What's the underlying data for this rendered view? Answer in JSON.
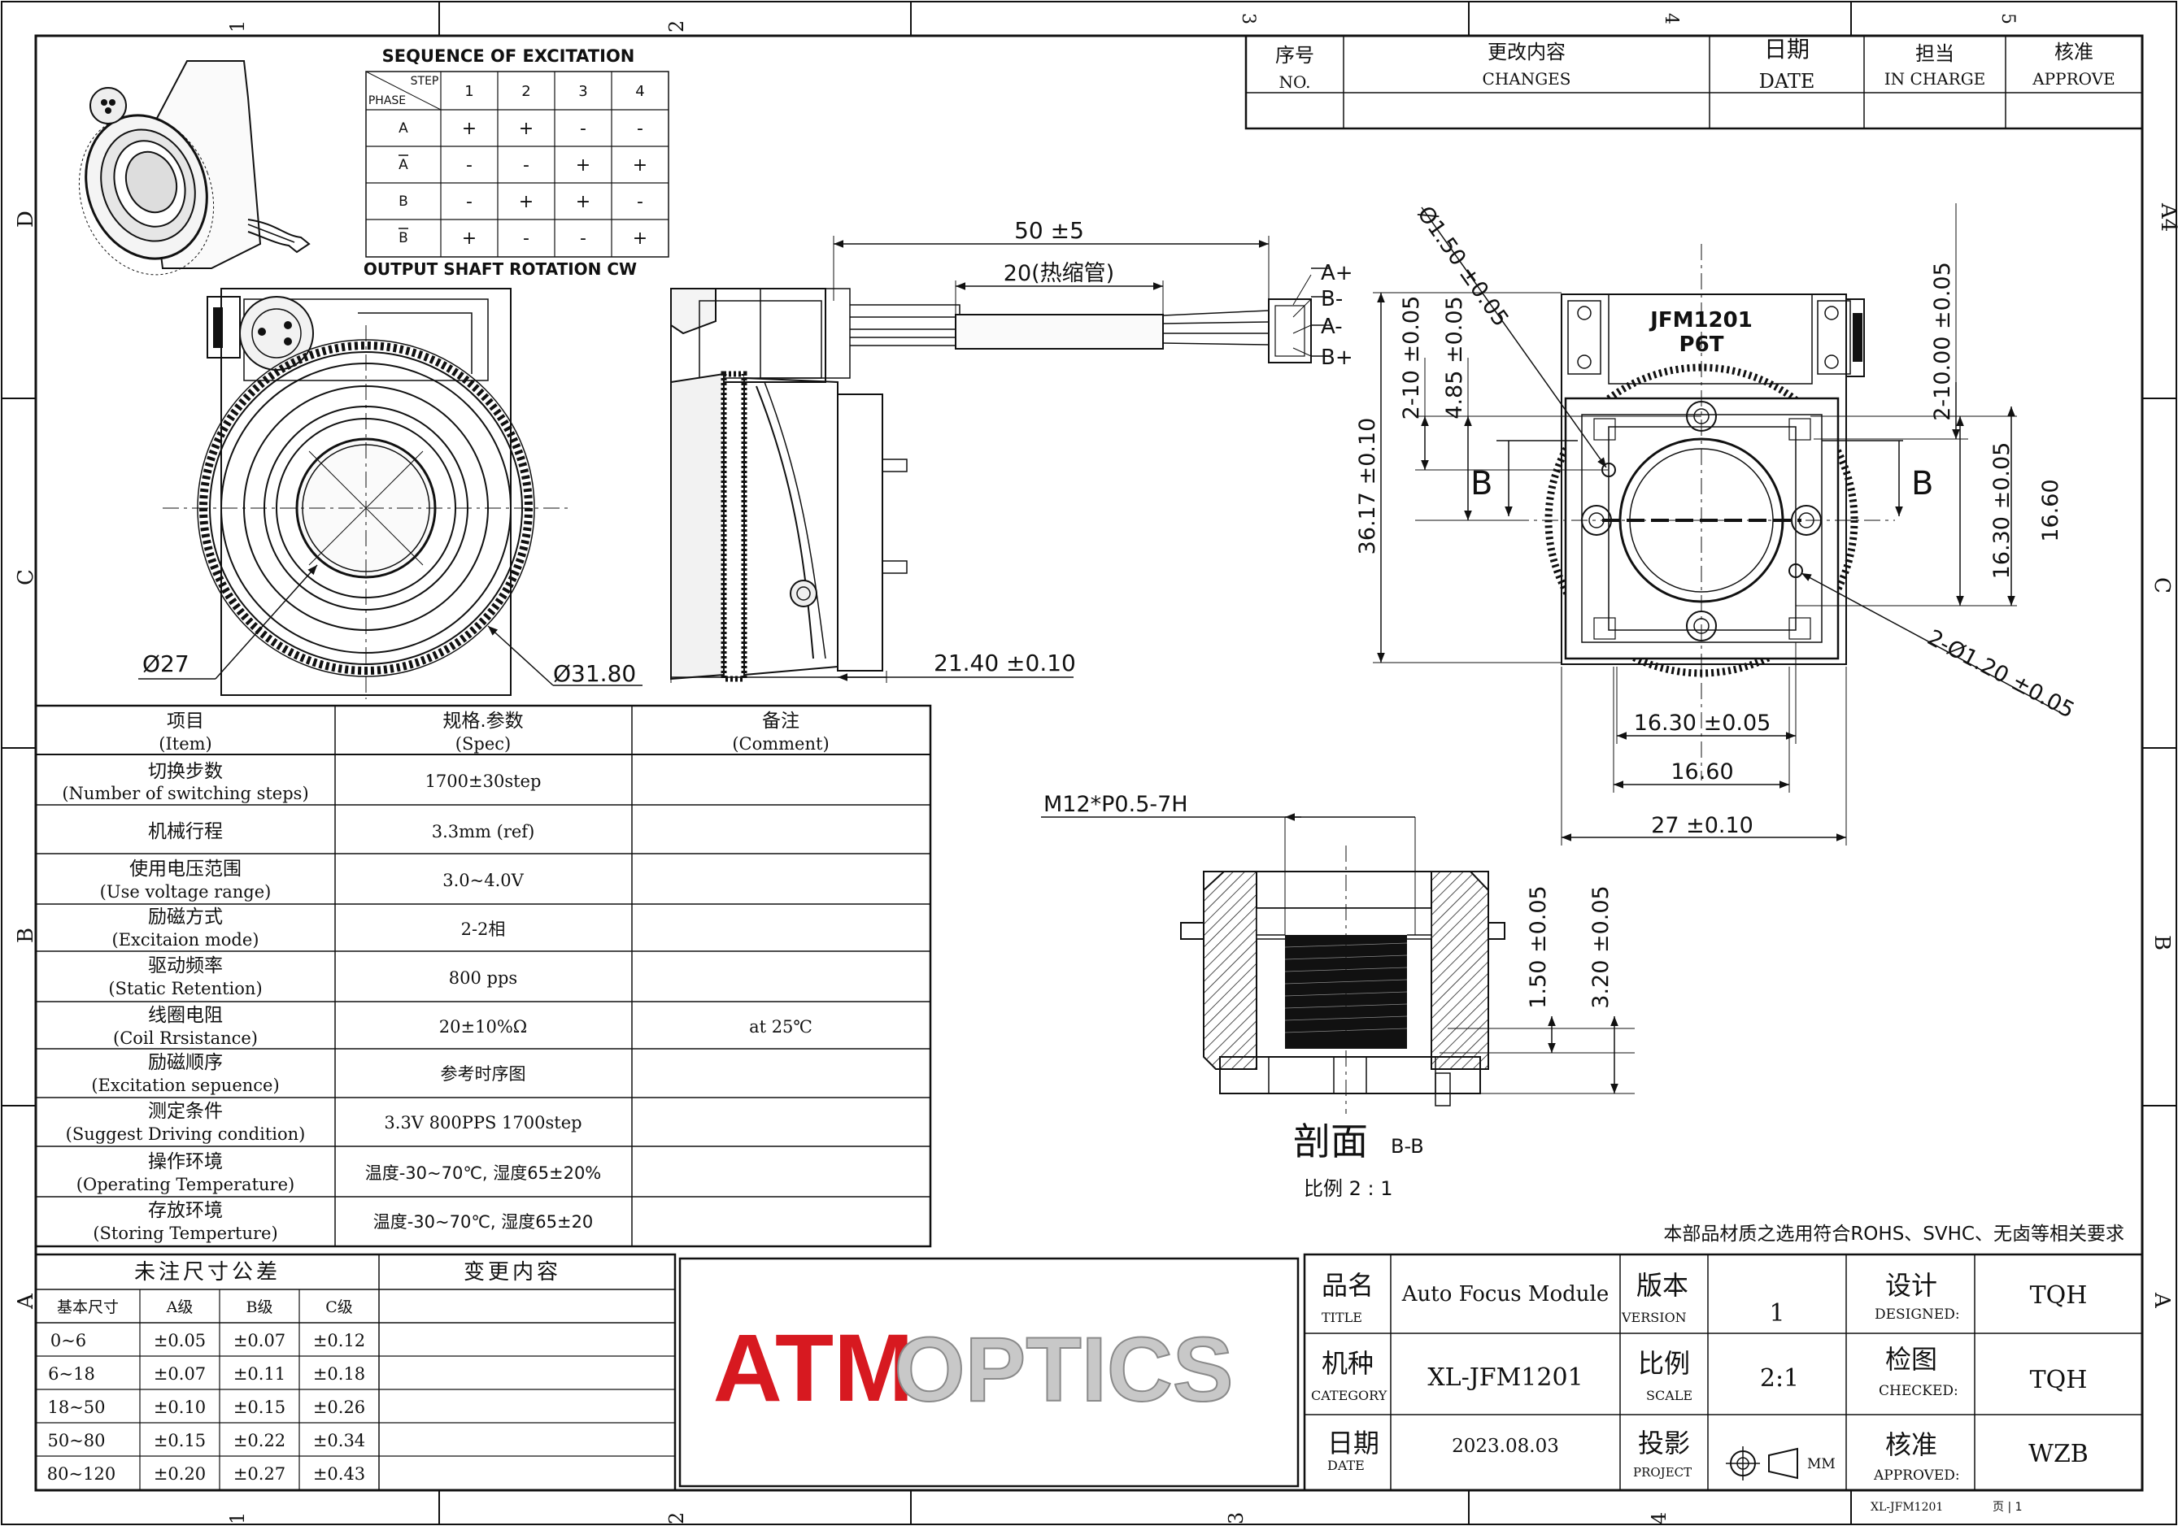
{
  "frame": {
    "col_marks": [
      "1",
      "2",
      "3",
      "4",
      "5"
    ],
    "row_marks": [
      "D",
      "C",
      "B",
      "A"
    ],
    "corner_mark": "A4"
  },
  "revision": {
    "headers": [
      {
        "zh": "序号",
        "en": "NO."
      },
      {
        "zh": "更改内容",
        "en": "CHANGES"
      },
      {
        "zh": "日期",
        "en": "DATE"
      },
      {
        "zh": "担当",
        "en": "IN CHARGE"
      },
      {
        "zh": "核准",
        "en": "APPROVE"
      }
    ]
  },
  "excitation": {
    "title": "SEQUENCE OF EXCITATION",
    "corner_step": "STEP",
    "corner_phase": "PHASE",
    "steps": [
      "1",
      "2",
      "3",
      "4"
    ],
    "phases": [
      "A",
      "A",
      "B",
      "B"
    ],
    "values": [
      [
        "+",
        "+",
        "-",
        "-"
      ],
      [
        "-",
        "-",
        "+",
        "+"
      ],
      [
        "-",
        "+",
        "+",
        "-"
      ],
      [
        "+",
        "-",
        "-",
        "+"
      ]
    ],
    "footer": "OUTPUT SHAFT ROTATION  CW"
  },
  "dims": {
    "d27": "Ø27",
    "d31": "Ø31.80",
    "len50": "50 ±5",
    "heat": "20(热缩管)",
    "pins": [
      "A+",
      "B-",
      "A-",
      "B+"
    ],
    "w2140": "21.40 ±0.10",
    "d150": "Ø1.50 ±0.05",
    "v210": "2-10 ±0.05",
    "v485": "4.85 ±0.05",
    "v3617": "36.17 ±0.10",
    "v1000": "2-10.00 ±0.05",
    "v1630": "16.30 ±0.05",
    "v1660": "16.60",
    "d120": "2-Ø1.20 ±0.05",
    "h1630": "16.30 ±0.05",
    "h1660": "16.60",
    "h27": "27 ±0.10",
    "secB": "B",
    "part1": "JFM1201",
    "part2": "P6T"
  },
  "section": {
    "thread": "M12*P0.5-7H",
    "v150": "1.50 ±0.05",
    "v320": "3.20 ±0.05",
    "title": "剖面",
    "sub": "B-B",
    "scale": "比例  2 : 1"
  },
  "spec": {
    "headers": [
      {
        "zh": "项目",
        "en": "(Item)"
      },
      {
        "zh": "规格.参数",
        "en": "(Spec)"
      },
      {
        "zh": "备注",
        "en": "(Comment)"
      }
    ],
    "rows": [
      {
        "zh": "切换步数",
        "en": "(Number of switching steps)",
        "spec": "1700±30step",
        "comment": ""
      },
      {
        "zh": "机械行程",
        "en": "",
        "spec": "3.3mm (ref)",
        "comment": ""
      },
      {
        "zh": "使用电压范围",
        "en": "(Use voltage range)",
        "spec": "3.0~4.0V",
        "comment": ""
      },
      {
        "zh": "励磁方式",
        "en": "(Excitaion mode)",
        "spec": "2-2相",
        "comment": ""
      },
      {
        "zh": "驱动频率",
        "en": "(Static Retention)",
        "spec": "800 pps",
        "comment": ""
      },
      {
        "zh": "线圈电阻",
        "en": "(Coil Rrsistance)",
        "spec": "20±10%Ω",
        "comment": "at 25℃"
      },
      {
        "zh": "励磁顺序",
        "en": "(Excitation sepuence)",
        "spec": "参考时序图",
        "comment": ""
      },
      {
        "zh": "测定条件",
        "en": "(Suggest Driving condition)",
        "spec": "3.3V 800PPS 1700step",
        "comment": ""
      },
      {
        "zh": "操作环境",
        "en": "(Operating Temperature)",
        "spec": "温度-30~70℃, 湿度65±20%",
        "comment": ""
      },
      {
        "zh": "存放环境",
        "en": "(Storing Temperture)",
        "spec": "温度-30~70℃, 湿度65±20",
        "comment": ""
      }
    ]
  },
  "tolerance": {
    "title": "未注尺寸公差",
    "changes_title": "变更内容",
    "headers": [
      "基本尺寸",
      "A级",
      "B级",
      "C级"
    ],
    "rows": [
      [
        "0~6",
        "±0.05",
        "±0.07",
        "±0.12"
      ],
      [
        "6~18",
        "±0.07",
        "±0.11",
        "±0.18"
      ],
      [
        "18~50",
        "±0.10",
        "±0.15",
        "±0.26"
      ],
      [
        "50~80",
        "±0.15",
        "±0.22",
        "±0.34"
      ],
      [
        "80~120",
        "±0.20",
        "±0.27",
        "±0.43"
      ]
    ]
  },
  "logo": {
    "part1": "ATM",
    "part2": "OPTICS",
    "red": "#d71920",
    "gray": "#c8c8c8"
  },
  "title_block": {
    "material_note": "本部品材质之选用符合ROHS、SVHC、无卤等相关要求",
    "title_zh": "品名",
    "title_en": "TITLE",
    "title_val": "Auto Focus Module",
    "version_zh": "版本",
    "version_en": "VERSION",
    "version_val": "1",
    "designed_zh": "设计",
    "designed_en": "DESIGNED:",
    "designed_val": "TQH",
    "category_zh": "机种",
    "category_en": "CATEGORY",
    "category_val": "XL-JFM1201",
    "scale_zh": "比例",
    "scale_en": "SCALE",
    "scale_val": "2:1",
    "checked_zh": "检图",
    "checked_en": "CHECKED:",
    "checked_val": "TQH",
    "date_zh": "日期",
    "date_en": "DATE",
    "date_val": "2023.08.03",
    "project_zh": "投影",
    "project_en": "PROJECT",
    "project_unit": "MM",
    "approved_zh": "核准",
    "approved_en": "APPROVED:",
    "approved_val": "WZB",
    "footer_code": "XL-JFM1201",
    "page": "页 | 1"
  }
}
